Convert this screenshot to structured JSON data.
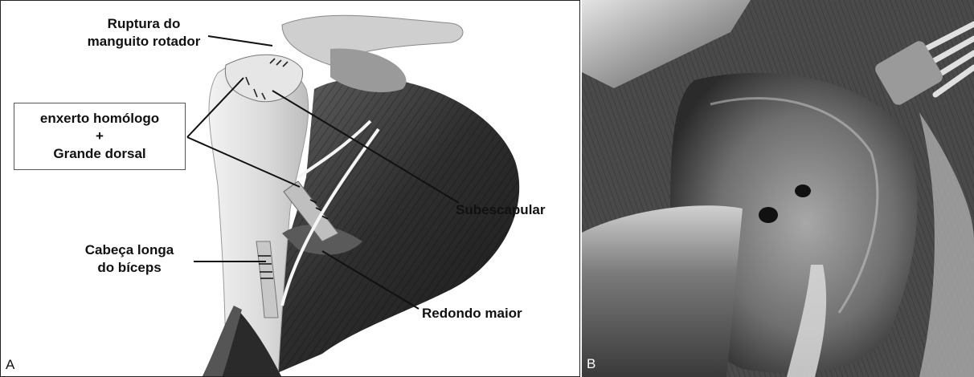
{
  "panel_a": {
    "labels": {
      "rupture_line1": "Ruptura do",
      "rupture_line2": "manguito rotador",
      "graft_line1": "enxerto homólogo",
      "graft_line2": "+",
      "graft_line3": "Grande dorsal",
      "subscapular": "Subescapular",
      "biceps_line1": "Cabeça longa",
      "biceps_line2": "do bíceps",
      "teres_major": "Redondo maior"
    },
    "panel_letter": "A"
  },
  "panel_b": {
    "panel_letter": "B"
  }
}
